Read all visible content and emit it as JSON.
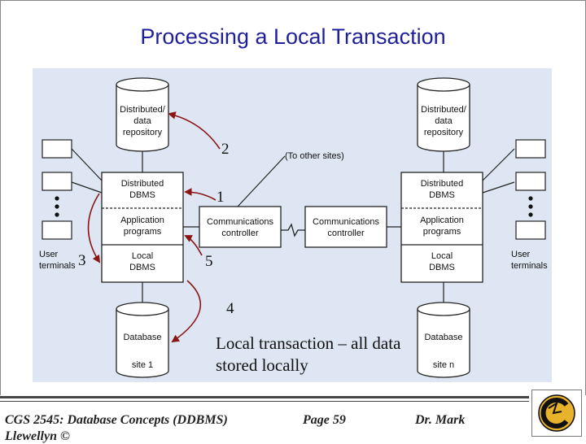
{
  "title": "Processing a Local Transaction",
  "diagram": {
    "site_left": {
      "repository": [
        "Distributed/",
        "data",
        "repository"
      ],
      "dbms": [
        "Distributed",
        "DBMS"
      ],
      "apps": [
        "Application",
        "programs"
      ],
      "local": [
        "Local",
        "DBMS"
      ],
      "comm": [
        "Communications",
        "controller"
      ],
      "database": "Database",
      "site": "site 1",
      "terminals": [
        "User",
        "terminals"
      ]
    },
    "site_right": {
      "repository": [
        "Distributed/",
        "data",
        "repository"
      ],
      "dbms": [
        "Distributed",
        "DBMS"
      ],
      "apps": [
        "Application",
        "programs"
      ],
      "local": [
        "Local",
        "DBMS"
      ],
      "comm": [
        "Communications",
        "controller"
      ],
      "database": "Database",
      "site": "site n",
      "terminals": [
        "User",
        "terminals"
      ]
    },
    "other_sites": "(To other sites)",
    "steps": [
      "1",
      "2",
      "3",
      "4",
      "5"
    ],
    "caption": "Local transaction – all data stored locally"
  },
  "footer": {
    "course": "CGS 2545: Database Concepts  (DDBMS)",
    "page": "Page 59",
    "author": "Dr. Mark",
    "author_line2": "Llewellyn ©"
  }
}
